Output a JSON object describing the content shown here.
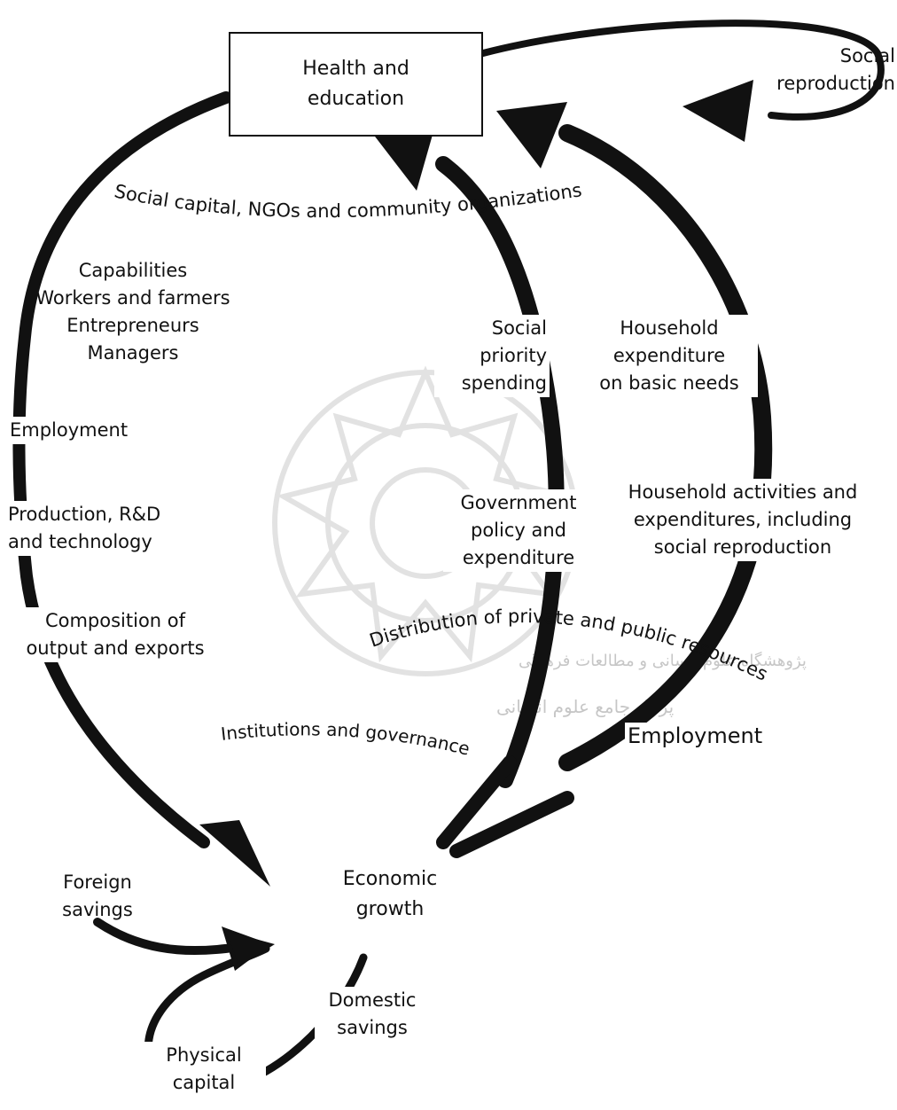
{
  "diagram": {
    "box_label": [
      "Health and",
      "education"
    ],
    "social_reproduction": [
      "Social",
      "reproduction"
    ],
    "social_capital": "Social capital, NGOs and community organizations",
    "capabilities": [
      "Capabilities",
      "Workers and farmers",
      "Entrepreneurs",
      "Managers"
    ],
    "employment_left": "Employment",
    "production": [
      "Production, R&D",
      "and technology"
    ],
    "composition": [
      "Composition of",
      "output and exports"
    ],
    "social_priority": [
      "Social",
      "priority",
      "spending"
    ],
    "household_basic": [
      "Household",
      "expenditure",
      "on basic needs"
    ],
    "government": [
      "Government",
      "policy and",
      "expenditure"
    ],
    "household_activities": [
      "Household activities and",
      "expenditures, including",
      "social reproduction"
    ],
    "distribution": "Distribution of private and public resources",
    "institutions": "Institutions and governance",
    "employment_right": "Employment",
    "economic_growth": [
      "Economic",
      "growth"
    ],
    "foreign_savings": [
      "Foreign",
      "savings"
    ],
    "domestic_savings": [
      "Domestic",
      "savings"
    ],
    "physical_capital": [
      "Physical",
      "capital"
    ],
    "watermark_line1": "پژوهشگاه علوم انسانی و مطالعات فرهنگی",
    "watermark_line2": "پرتال جامع علوم انسانی"
  }
}
